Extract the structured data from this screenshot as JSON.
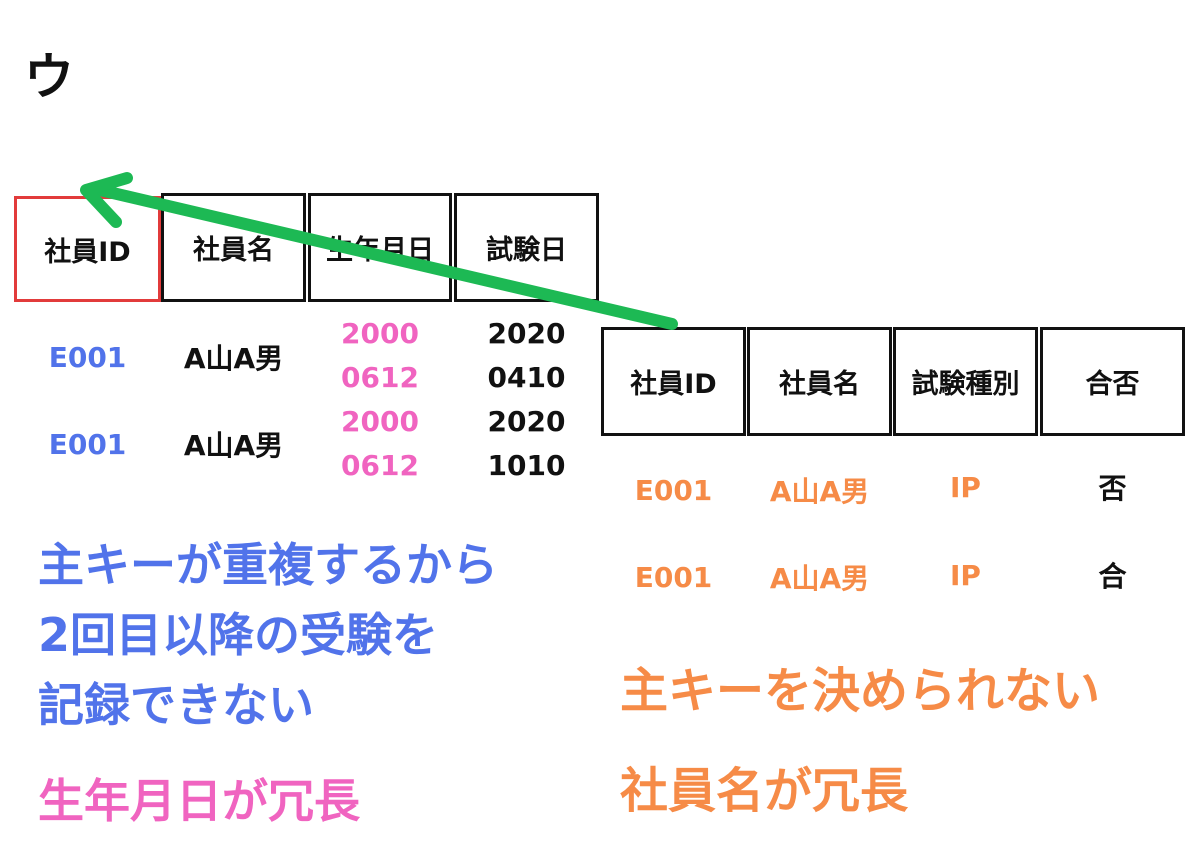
{
  "title": "ウ",
  "table1": {
    "headers": [
      "社員ID",
      "社員名",
      "生年月日",
      "試験日"
    ],
    "rows": [
      {
        "id": "E001",
        "name": "A山A男",
        "birth": [
          "2000",
          "0612"
        ],
        "exam_date": [
          "2020",
          "0410"
        ]
      },
      {
        "id": "E001",
        "name": "A山A男",
        "birth": [
          "2000",
          "0612"
        ],
        "exam_date": [
          "2020",
          "1010"
        ]
      }
    ]
  },
  "table2": {
    "headers": [
      "社員ID",
      "社員名",
      "試験種別",
      "合否"
    ],
    "rows": [
      {
        "id": "E001",
        "name": "A山A男",
        "type": "IP",
        "result": "否"
      },
      {
        "id": "E001",
        "name": "A山A男",
        "type": "IP",
        "result": "合"
      }
    ]
  },
  "notes": {
    "table1_issue_lines": [
      "主キーが重複するから",
      "2回目以降の受験を",
      "記録できない"
    ],
    "table1_redundancy": "生年月日が冗長",
    "table2_issue": "主キーを決められない",
    "table2_redundancy": "社員名が冗長"
  },
  "colors": {
    "key_border": "#e23b3b",
    "arrow": "#1db954",
    "blue": "#5173ea",
    "pink": "#f064c0",
    "orange": "#f68b47"
  }
}
